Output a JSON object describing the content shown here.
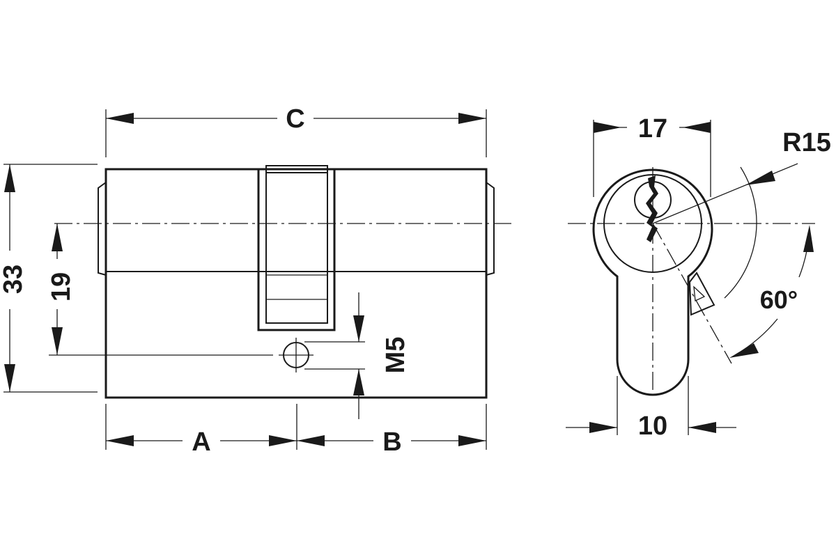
{
  "labels": {
    "overall_length": "C",
    "length_a": "A",
    "length_b": "B",
    "height": "33",
    "axis_to_screw": "19",
    "screw_thread": "M5",
    "profile_width": "17",
    "radius": "R15",
    "cam_angle": "60°",
    "lower_width": "10"
  },
  "colors": {
    "line": "#1a1a1a",
    "background": "#ffffff"
  }
}
